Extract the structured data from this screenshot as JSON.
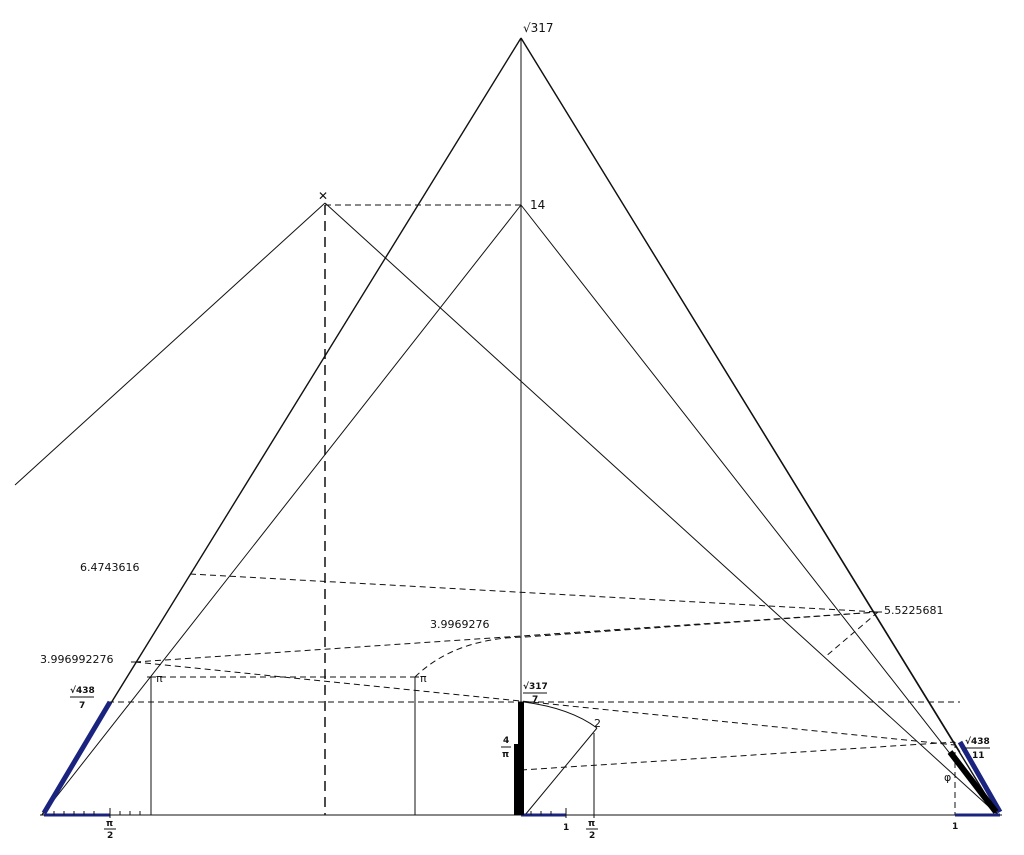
{
  "labels": {
    "apex_top": "√317",
    "apex_mid": "14",
    "left_apex_mark": "✕",
    "val_64743616": "6.4743616",
    "val_3996992276": "3.996992276",
    "val_39969276": "3.9969276",
    "val_55225681": "5.5225681",
    "pi_left": "π",
    "pi_mid": "π",
    "sqrt317_7_num": "√317",
    "sqrt317_7_den": "7",
    "sqrt438_7_num": "√438",
    "sqrt438_7_den": "7",
    "sqrt438_11_num": "√438",
    "sqrt438_11_den": "11",
    "four_pi_num": "4",
    "four_pi_den": "π",
    "two": "2",
    "one_center": "1",
    "pi2_center_num": "π",
    "pi2_center_den": "2",
    "pi2_left_num": "π",
    "pi2_left_den": "2",
    "one_right": "1",
    "phi": "φ"
  }
}
